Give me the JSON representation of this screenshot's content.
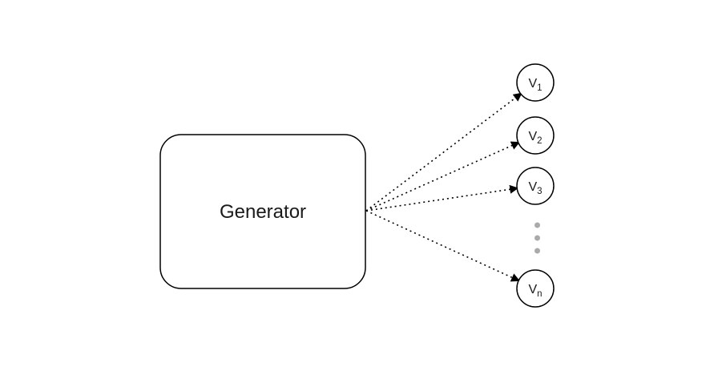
{
  "diagram": {
    "generator_label": "Generator",
    "nodes": [
      {
        "base": "V",
        "sub": "1"
      },
      {
        "base": "V",
        "sub": "2"
      },
      {
        "base": "V",
        "sub": "3"
      },
      {
        "base": "V",
        "sub": "n"
      }
    ],
    "ellipsis_dot_count": 3
  },
  "colors": {
    "bg": "#ffffff",
    "line": "#000000",
    "text": "#1a1a1a",
    "dots": "#aaaaaa"
  }
}
